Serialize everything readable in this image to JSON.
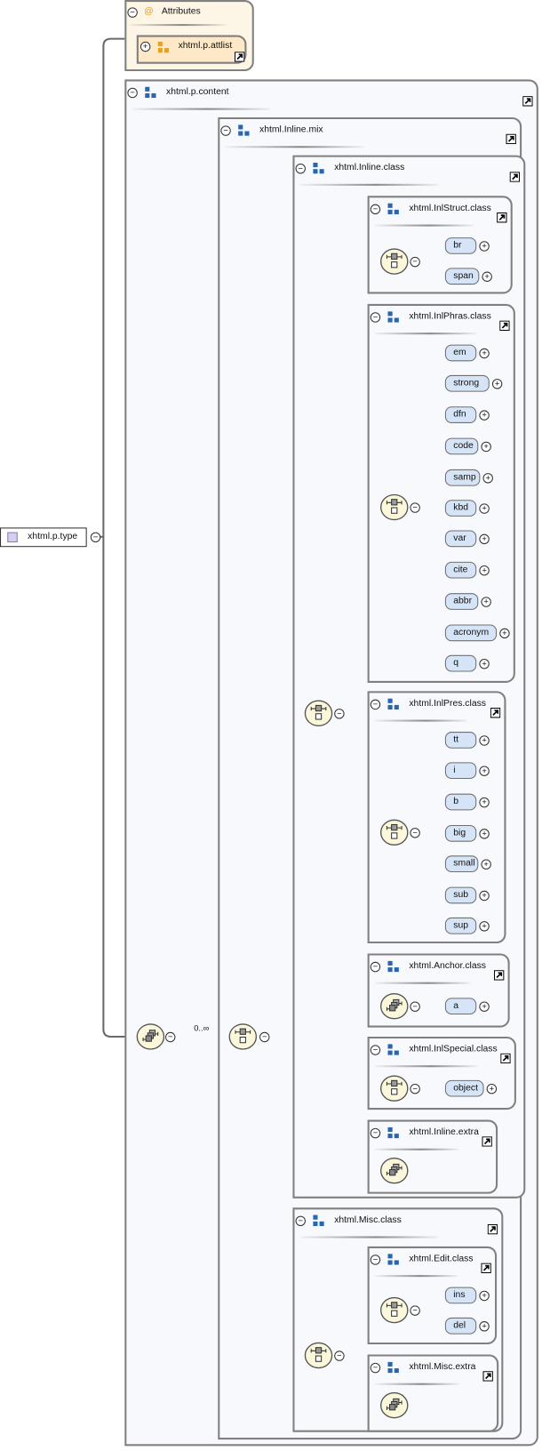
{
  "attributes": {
    "title": "Attributes",
    "at_symbol": "@",
    "attlist": "xhtml.p.attlist"
  },
  "type_name": "xhtml.p.type",
  "content": "xhtml.p.content",
  "occurrence": "0..∞",
  "groups": {
    "mix": "xhtml.Inline.mix",
    "inlineClass": "xhtml.Inline.class",
    "inlStruct": "xhtml.InlStruct.class",
    "inlPhras": "xhtml.InlPhras.class",
    "inlPres": "xhtml.InlPres.class",
    "anchor": "xhtml.Anchor.class",
    "inlSpecial": "xhtml.InlSpecial.class",
    "inlineExtra": "xhtml.Inline.extra",
    "misc": "xhtml.Misc.class",
    "edit": "xhtml.Edit.class",
    "miscExtra": "xhtml.Misc.extra"
  },
  "elements": {
    "inlStruct": [
      "br",
      "span"
    ],
    "inlPhras": [
      "em",
      "strong",
      "dfn",
      "code",
      "samp",
      "kbd",
      "var",
      "cite",
      "abbr",
      "acronym",
      "q"
    ],
    "inlPres": [
      "tt",
      "i",
      "b",
      "big",
      "small",
      "sub",
      "sup"
    ],
    "anchor": [
      "a"
    ],
    "inlSpecial": [
      "object"
    ],
    "edit": [
      "ins",
      "del"
    ]
  },
  "colors": {
    "group_icon": "#2a66b0",
    "attr_icon": "#e8a020",
    "element_fill": "#d6e4f7",
    "compositor_fill": "#fbf7da",
    "border": "#808080"
  }
}
